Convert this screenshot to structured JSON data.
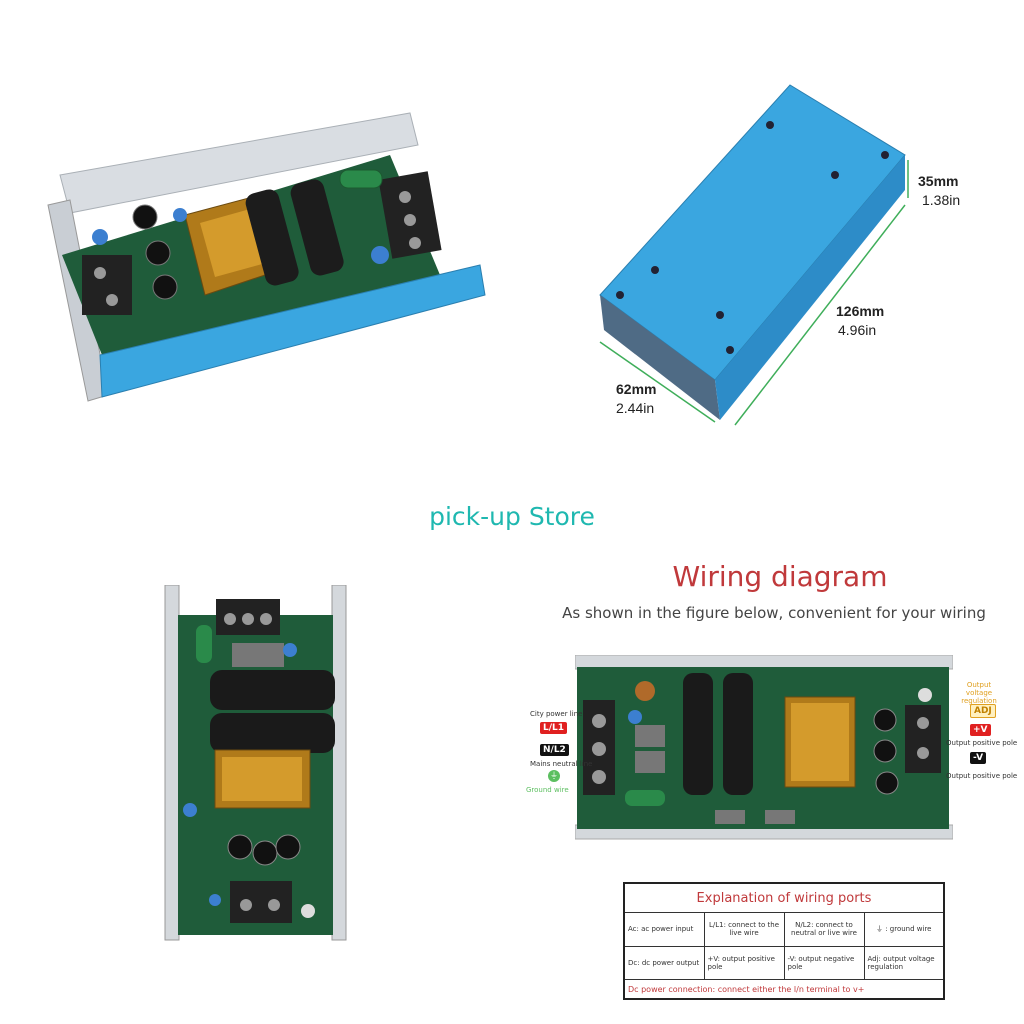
{
  "dimensions": {
    "height_mm": "35mm",
    "height_in": "1.38in",
    "length_mm": "126mm",
    "length_in": "4.96in",
    "width_mm": "62mm",
    "width_in": "2.44in"
  },
  "store_name": "pick-up Store",
  "wiring": {
    "title": "Wiring diagram",
    "subtitle": "As shown in the figure below, convenient for your wiring",
    "labels": {
      "city_power_line": "City power line",
      "l1": "L/L1",
      "n2": "N/L2",
      "mains_neutral": "Mains neutral line",
      "ground_wire": "Ground wire",
      "output_voltage_regulation": "Output voltage regulation",
      "adj": "ADJ",
      "plus_v": "+V",
      "output_positive_pole_1": "Output positive pole",
      "minus_v": "-V",
      "output_positive_pole_2": "Output positive pole"
    }
  },
  "ports_table": {
    "title": "Explanation of wiring ports",
    "rows": [
      [
        "Ac: ac power input",
        "L/L1: connect to the live wire",
        "N/L2: connect to neutral or live wire",
        "⏚ : ground wire"
      ],
      [
        "Dc: dc power output",
        "+V: output positive pole",
        "-V: output negative pole",
        "Adj: output voltage regulation"
      ]
    ],
    "footer": "Dc power connection: connect either the l/n terminal to v+"
  },
  "colors": {
    "store": "#1fb8b0",
    "title_red": "#c0393b",
    "pcb_green": "#1f5c3a",
    "chassis_blue": "#3aa6e0"
  }
}
